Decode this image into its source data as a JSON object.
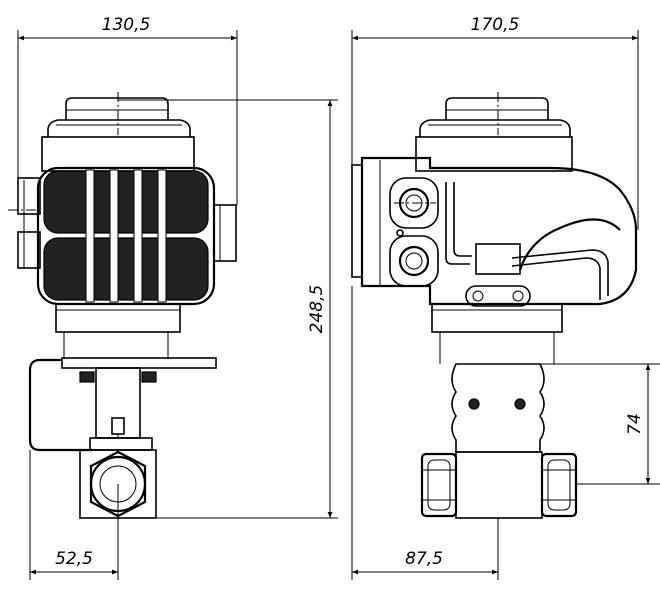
{
  "dimensions": {
    "front_width": "130,5",
    "side_width": "170,5",
    "overall_height": "248,5",
    "port_offset": "52,5",
    "body_offset": "87,5",
    "flange_height": "74"
  }
}
